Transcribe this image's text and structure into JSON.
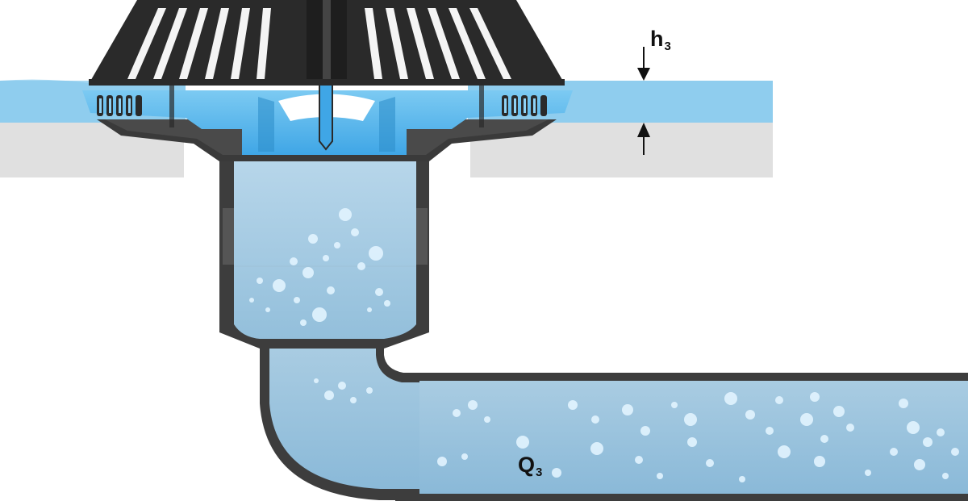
{
  "diagram": {
    "height_label": {
      "main": "h",
      "sub": "3"
    },
    "flow_label": {
      "main": "Q",
      "sub": "3"
    }
  },
  "colors": {
    "water_light": "#8fcdee",
    "water_pipe": "#a9cbe0",
    "pipe_wall": "#3d3d3d",
    "roof_slab": "#e0e0e0",
    "drain_body": "#5bb8ee",
    "grate": "#2a2a2a",
    "bubble": "#dff3ff"
  },
  "icons": {
    "down_arrow": "arrow-down-icon",
    "up_arrow": "arrow-up-icon"
  }
}
